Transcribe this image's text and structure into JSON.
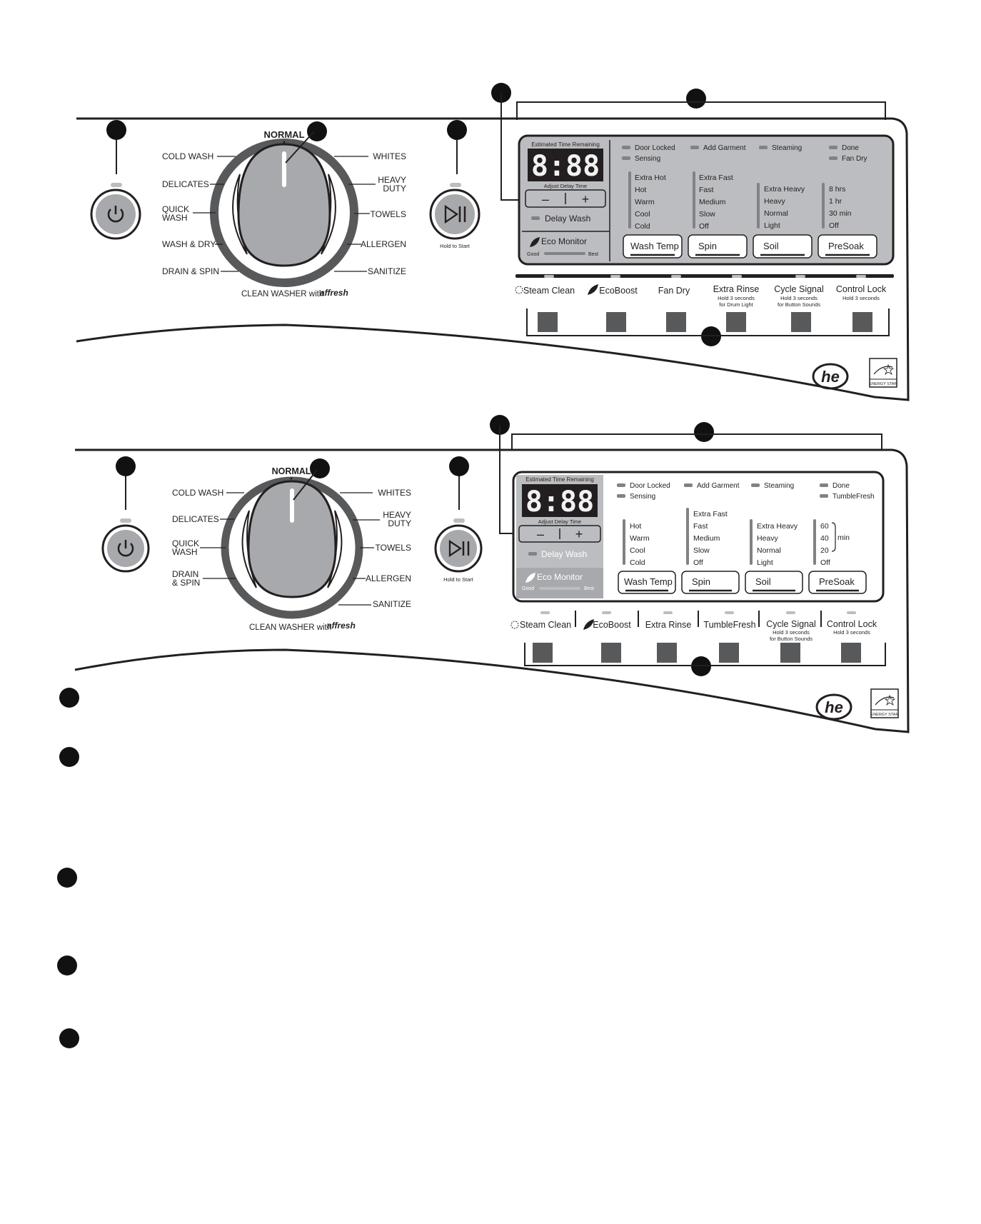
{
  "panel1": {
    "dial": {
      "top_label": "NORMAL",
      "left": [
        "COLD WASH",
        "DELICATES",
        "QUICK",
        "WASH",
        "WASH & DRY",
        "DRAIN & SPIN"
      ],
      "right": [
        "WHITES",
        "HEAVY",
        "DUTY",
        "TOWELS",
        "ALLERGEN",
        "SANITIZE"
      ],
      "bottom": "CLEAN WASHER with",
      "brand": "affresh"
    },
    "start_caption": "Hold to Start",
    "display": {
      "time_header": "Estimated Time Remaining",
      "digits": "8:88",
      "adjust_label": "Adjust Delay Time",
      "minus": "–",
      "plus": "+",
      "delay_wash": "Delay Wash",
      "eco_monitor": "Eco Monitor",
      "eco_good": "Good",
      "eco_best": "Best"
    },
    "status": [
      "Door Locked",
      "Add Garment",
      "Steaming",
      "Done",
      "Sensing",
      "Fan Dry"
    ],
    "option_levels": {
      "wash_temp": [
        "Extra Hot",
        "Hot",
        "Warm",
        "Cool",
        "Cold"
      ],
      "spin": [
        "Extra Fast",
        "Fast",
        "Medium",
        "Slow",
        "Off"
      ],
      "soil": [
        "Extra Heavy",
        "Heavy",
        "Normal",
        "Light"
      ],
      "presoak": [
        "8 hrs",
        "1 hr",
        "30 min",
        "Off"
      ]
    },
    "option_buttons": [
      "Wash Temp",
      "Spin",
      "Soil",
      "PreSoak"
    ],
    "bottom_buttons": [
      {
        "label": "Steam Clean",
        "note1": "",
        "note2": ""
      },
      {
        "label": "EcoBoost",
        "note1": "",
        "note2": ""
      },
      {
        "label": "Fan Dry",
        "note1": "",
        "note2": ""
      },
      {
        "label": "Extra Rinse",
        "note1": "Hold 3 seconds",
        "note2": "for Drum Light"
      },
      {
        "label": "Cycle Signal",
        "note1": "Hold 3 seconds",
        "note2": "for Button Sounds"
      },
      {
        "label": "Control Lock",
        "note1": "Hold 3 seconds",
        "note2": ""
      }
    ],
    "he_logo": "he",
    "energy_star": "ENERGY STAR"
  },
  "panel2": {
    "dial": {
      "top_label": "NORMAL",
      "left": [
        "COLD WASH",
        "DELICATES",
        "QUICK",
        "WASH",
        "DRAIN",
        "& SPIN"
      ],
      "right": [
        "WHITES",
        "HEAVY",
        "DUTY",
        "TOWELS",
        "ALLERGEN",
        "SANITIZE"
      ],
      "bottom": "CLEAN WASHER with",
      "brand": "affresh"
    },
    "start_caption": "Hold to Start",
    "display": {
      "time_header": "Estimated Time Remaining",
      "digits": "8:88",
      "adjust_label": "Adjust Delay Time",
      "minus": "–",
      "plus": "+",
      "delay_wash": "Delay Wash",
      "eco_monitor": "Eco Monitor",
      "eco_good": "Good",
      "eco_best": "Best"
    },
    "status": [
      "Door Locked",
      "Add Garment",
      "Steaming",
      "Done",
      "Sensing",
      "TumbleFresh"
    ],
    "option_levels": {
      "wash_temp": [
        "Hot",
        "Warm",
        "Cool",
        "Cold"
      ],
      "spin": [
        "Extra Fast",
        "Fast",
        "Medium",
        "Slow",
        "Off"
      ],
      "soil": [
        "Extra Heavy",
        "Heavy",
        "Normal",
        "Light"
      ],
      "presoak": [
        "60",
        "40",
        "20",
        "Off"
      ],
      "presoak_unit": "min"
    },
    "option_buttons": [
      "Wash Temp",
      "Spin",
      "Soil",
      "PreSoak"
    ],
    "bottom_buttons": [
      {
        "label": "Steam Clean",
        "note1": "",
        "note2": ""
      },
      {
        "label": "EcoBoost",
        "note1": "",
        "note2": ""
      },
      {
        "label": "Extra Rinse",
        "note1": "",
        "note2": ""
      },
      {
        "label": "TumbleFresh",
        "note1": "",
        "note2": ""
      },
      {
        "label": "Cycle Signal",
        "note1": "Hold 3 seconds",
        "note2": "for Button Sounds"
      },
      {
        "label": "Control Lock",
        "note1": "Hold 3 seconds",
        "note2": ""
      }
    ],
    "he_logo": "he",
    "energy_star": "ENERGY STAR"
  },
  "colors": {
    "ink": "#231f20",
    "panel_gray": "#bcbdc0",
    "knob_gray": "#a7a9ac",
    "ring": "#58595b",
    "lcd": "#231f20"
  }
}
